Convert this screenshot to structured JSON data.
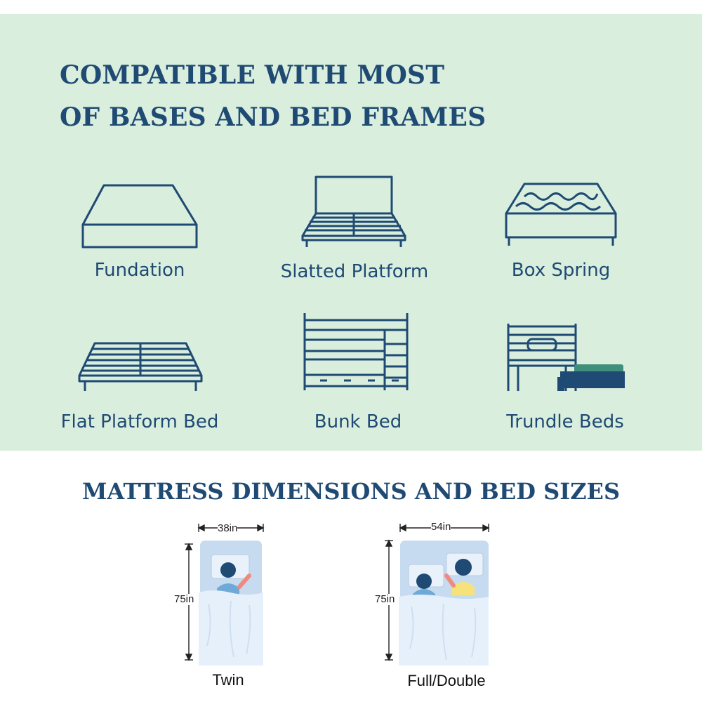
{
  "compatibility": {
    "title_line1": "COMPATIBLE WITH MOST",
    "title_line2": "OF BASES AND BED FRAMES",
    "items": [
      {
        "label": "Fundation",
        "icon": "foundation-icon"
      },
      {
        "label": "Slatted Platform",
        "icon": "slatted-platform-icon"
      },
      {
        "label": "Box Spring",
        "icon": "box-spring-icon"
      },
      {
        "label": "Flat Platform Bed",
        "icon": "flat-platform-bed-icon"
      },
      {
        "label": "Bunk Bed",
        "icon": "bunk-bed-icon"
      },
      {
        "label": "Trundle Beds",
        "icon": "trundle-beds-icon"
      }
    ]
  },
  "dimensions": {
    "title": "MATTRESS DIMENSIONS AND BED SIZES",
    "sizes": [
      {
        "name": "Twin",
        "width": "38in",
        "length": "75in"
      },
      {
        "name": "Full/Double",
        "width": "54in",
        "length": "75in"
      }
    ]
  },
  "colors": {
    "panel_background": "#d9eedd",
    "navy": "#1f4a73",
    "mattress_blue": "#c7dbf0",
    "blanket": "#e6f0fa",
    "teal_mattress": "#3f8f7c"
  }
}
